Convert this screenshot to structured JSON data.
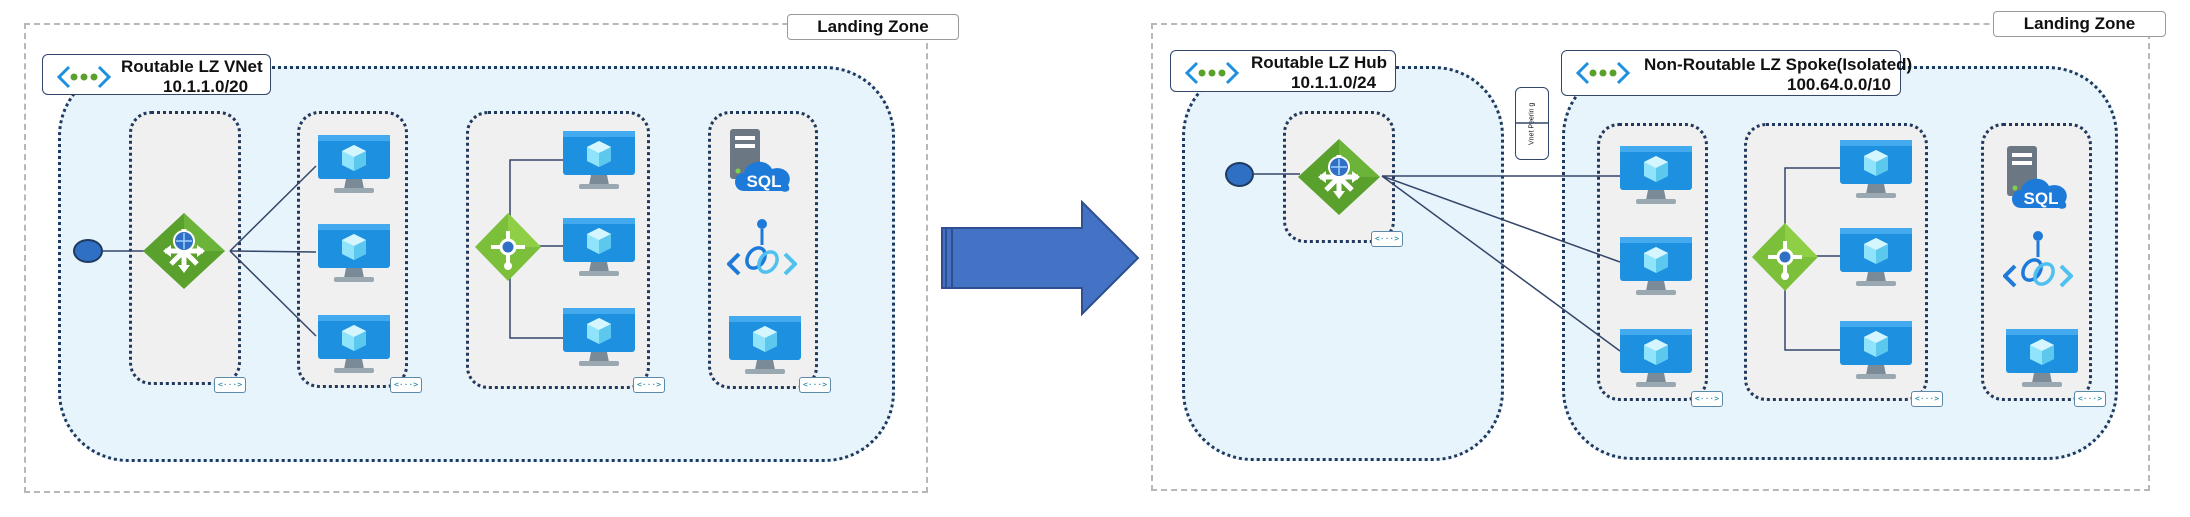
{
  "left": {
    "zone_label": "Landing Zone",
    "vnet": {
      "name": "Routable LZ VNet",
      "cidr": "10.1.1.0/20"
    }
  },
  "right": {
    "zone_label": "Landing Zone",
    "hub": {
      "name": "Routable LZ Hub",
      "cidr": "10.1.1.0/24"
    },
    "spoke": {
      "name": "Non-Routable LZ Spoke(Isolated)",
      "cidr": "100.64.0.0/10"
    },
    "peering_label": "Vnet Peerin g"
  },
  "subnet_tag": "<···>",
  "sql_label": "SQL",
  "icons": [
    "vnet-icon",
    "load-balancer-icon",
    "application-gateway-icon",
    "virtual-machine-icon",
    "sql-server-icon",
    "private-link-icon",
    "arrow-right-icon"
  ],
  "colors": {
    "vnet_fill": "#e8f4fb",
    "subnet_fill": "#f0f0f0",
    "border": "#1f3a5f",
    "arrow": "#4472c4",
    "vm_blue": "#1e90e0",
    "lb_green": "#5aa02c"
  }
}
